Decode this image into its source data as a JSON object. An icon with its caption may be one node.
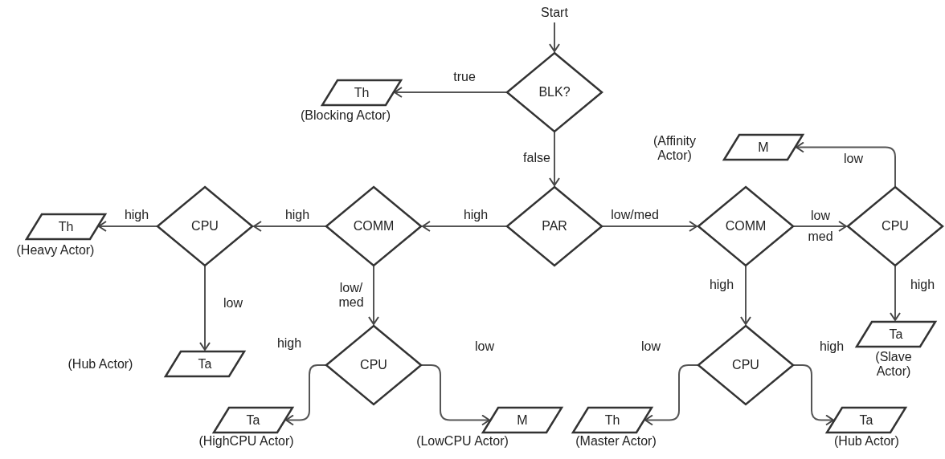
{
  "diagram": {
    "nodes": [
      {
        "text": [
          "Start"
        ]
      },
      {
        "text": [
          "BLK?"
        ]
      },
      {
        "text": [
          "Th"
        ],
        "beside": [
          "(Blocking Actor)"
        ]
      },
      {
        "text": [
          "PAR"
        ]
      },
      {
        "text": [
          "M"
        ],
        "beside": [
          "(Affinity Actor)"
        ]
      },
      {
        "text": [
          "COMM"
        ]
      },
      {
        "text": [
          "CPU"
        ]
      },
      {
        "text": [
          "Th"
        ],
        "beside": [
          "(Heavy Actor)"
        ]
      },
      {
        "text": [
          "COMM"
        ]
      },
      {
        "text": [
          "CPU"
        ]
      },
      {
        "text": [
          "Ta"
        ],
        "beside": [
          "(Hub Actor)"
        ]
      },
      {
        "text": [
          "CPU"
        ]
      },
      {
        "text": [
          "CPU"
        ]
      },
      {
        "text": [
          "Ta"
        ],
        "beside": [
          "(Slave Actor)"
        ]
      },
      {
        "text": [
          "Ta"
        ],
        "beside": [
          "(HighCPU Actor)"
        ]
      },
      {
        "text": [
          "M"
        ],
        "beside": [
          "(LowCPU Actor)"
        ]
      },
      {
        "text": [
          "Th"
        ],
        "beside": [
          "(Master Actor)"
        ]
      },
      {
        "text": [
          "Ta"
        ],
        "beside": [
          "(Hub Actor)"
        ]
      }
    ],
    "edges": [
      {
        "from": 0,
        "to": 1,
        "arrow": "to"
      },
      {
        "from": 1,
        "to": 2,
        "arrow": "to",
        "label": "true"
      },
      {
        "from": 1,
        "to": 3,
        "arrow": "to",
        "label": "false"
      },
      {
        "from": 3,
        "to": 5,
        "arrow": "to",
        "label": "high"
      },
      {
        "from": 5,
        "to": 6,
        "arrow": "to",
        "label": "high"
      },
      {
        "from": 6,
        "to": 7,
        "arrow": "to",
        "label": "high"
      },
      {
        "from": 6,
        "to": 10,
        "arrow": "to",
        "label": "low"
      },
      {
        "from": 5,
        "to": 11,
        "arrow": "to",
        "label": "low/ med"
      },
      {
        "from": 11,
        "to": 14,
        "arrow": "to",
        "label": "high"
      },
      {
        "from": 11,
        "to": 15,
        "arrow": "to",
        "label": "low"
      },
      {
        "from": 3,
        "to": 8,
        "arrow": "to",
        "label": "low/med"
      },
      {
        "from": 8,
        "to": 9,
        "arrow": "to",
        "label": "low med"
      },
      {
        "from": 8,
        "to": 12,
        "arrow": "to",
        "label": "high"
      },
      {
        "from": 9,
        "to": 4,
        "arrow": "to",
        "label": "low"
      },
      {
        "from": 9,
        "to": 13,
        "arrow": "to",
        "label": "high"
      },
      {
        "from": 12,
        "to": 16,
        "arrow": "to",
        "label": "low"
      },
      {
        "from": 12,
        "to": 17,
        "arrow": "to",
        "label": "high"
      }
    ]
  }
}
